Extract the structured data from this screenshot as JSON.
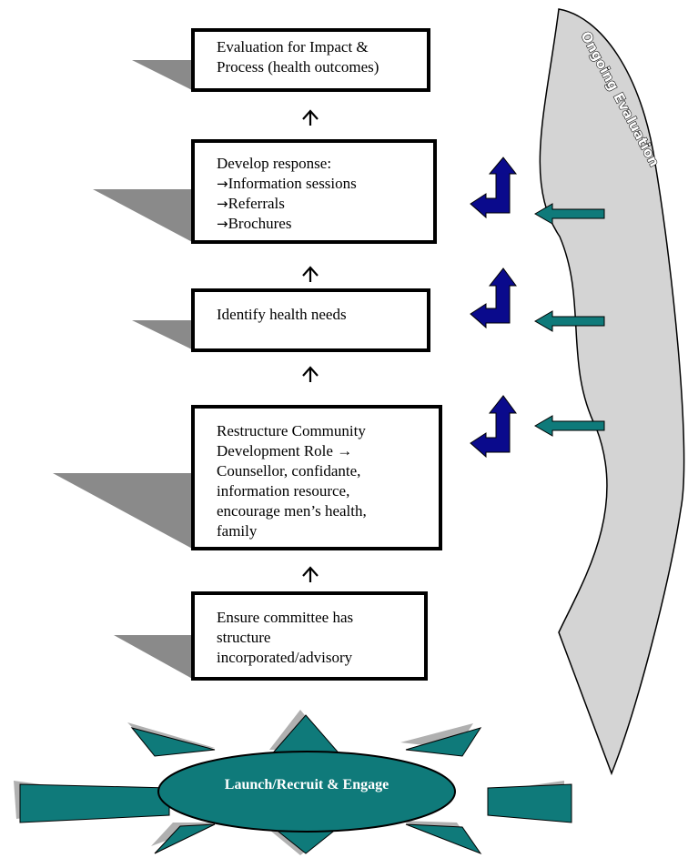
{
  "boxes": [
    {
      "id": "evaluation",
      "lines": [
        "Evaluation for Impact &",
        "Process (health outcomes)"
      ]
    },
    {
      "id": "develop",
      "lines": [
        "Develop response:",
        "Information sessions",
        "Referrals",
        "Brochures"
      ],
      "arrow_lines": [
        1,
        2,
        3
      ]
    },
    {
      "id": "identify",
      "lines": [
        "Identify health needs"
      ]
    },
    {
      "id": "restructure",
      "lines": [
        "Restructure Community",
        "Development Role →",
        "Counsellor, confidante,",
        "information resource,",
        "encourage men’s health,",
        "family"
      ]
    },
    {
      "id": "ensure",
      "lines": [
        "Ensure committee has",
        "structure",
        "incorporated/advisory"
      ]
    }
  ],
  "bullet_arrow": "→",
  "up_arrow": "↑",
  "ongoing_label": "Ongoing Evaluation",
  "launch_label": "Launch/Recruit & Engage",
  "colors": {
    "shadow": "#8a8a8a",
    "teal": "#0f7a7a",
    "navy": "#0a0a8c",
    "callout_fill": "#d4d4d4"
  }
}
